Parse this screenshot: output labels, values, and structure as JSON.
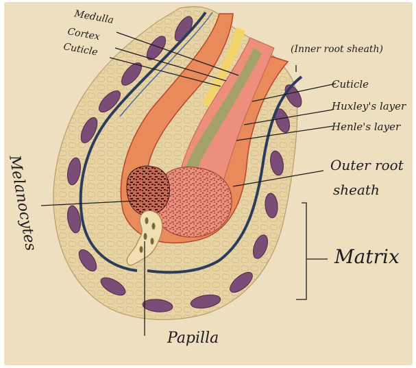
{
  "labels": {
    "medulla": "Medulla",
    "cortex": "Cortex",
    "cuticle_hair": "Cuticle",
    "inner_root_sheath": "(Inner root sheath)",
    "cuticle_sheath": "Cuticle",
    "huxley": "Huxley's layer",
    "henle": "Henle's layer",
    "outer_root_1": "Outer root",
    "outer_root_2": "sheath",
    "melanocytes": "Melanocytes",
    "matrix": "Matrix",
    "papilla": "Papilla"
  },
  "colors": {
    "paper": "#eedfc0",
    "connective_tissue": "#e7d3a4",
    "cell_nucleus": "#7a4c76",
    "outer_sheath_line": "#2c3c5c",
    "inner_sheath": "#e88a5a",
    "hair_cortex": "#ec8f7d",
    "hair_medulla": "#9ca268",
    "hair_cuticle_yellow": "#f2d46a",
    "melanin": "#3a1a16",
    "papilla": "#f0dfb2",
    "label_ink": "#1c1c1c"
  }
}
